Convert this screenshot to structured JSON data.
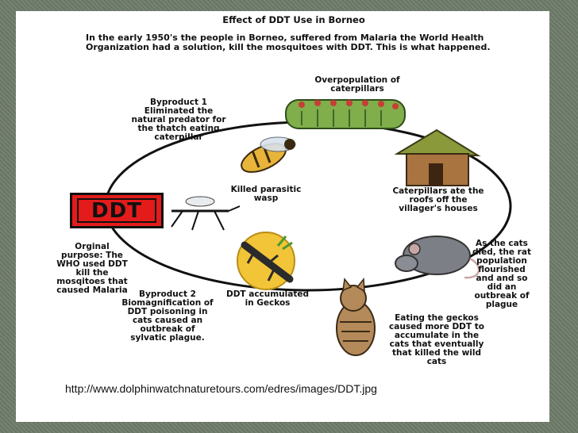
{
  "title": "Effect of DDT Use in Borneo",
  "intro": "In the early 1950's the people in Borneo, suffered from Malaria the World Health Organization had a solution, kill the mosquitoes with DDT. This is what happened.",
  "ddt_label": "DDT",
  "labels": {
    "overpopulation": "Overpopulation of caterpillars",
    "byproduct1": "Byproduct 1 Eliminated the natural predator for the thatch eating caterpillar",
    "killed_wasp": "Killed parasitic wasp",
    "caterpillars_roofs": "Caterpillars ate the roofs off the villager's houses",
    "original_purpose": "Orginal purpose: The WHO used DDT kill the mosqitoes that caused Malaria",
    "cats_died": "As the cats died, the rat population flourished and and so did an outbreak of plague",
    "ddt_geckos": "DDT accumulated in Geckos",
    "byproduct2": "Byproduct 2 Biomagnification of DDT poisoning in cats caused an outbreak of sylvatic plague.",
    "eating_geckos": "Eating the geckos caused more DDT to accumulate in the cats that eventually that killed the wild cats"
  },
  "icons": [
    "mosquito-icon",
    "wasp-icon",
    "caterpillar-icon",
    "hut-icon",
    "rat-icon",
    "gecko-icon",
    "cat-icon"
  ],
  "colors": {
    "ddt_box": "#e41b1b",
    "background": "#6f7b6a"
  },
  "source_url": "http://www.dolphinwatchnaturetours.com/edres/images/DDT.jpg"
}
